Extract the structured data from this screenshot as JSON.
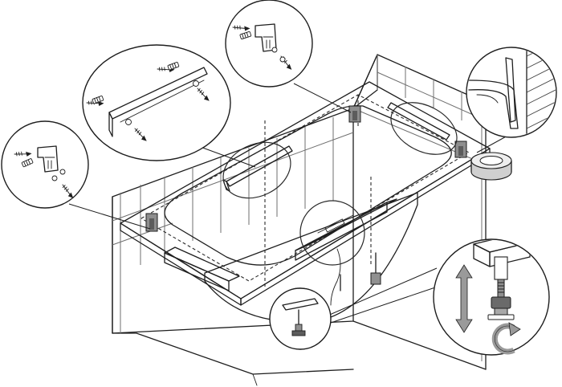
{
  "title": "",
  "colors": {
    "background": "#ffffff",
    "line": "#1e1e1e",
    "tile": "#6f6f6f",
    "tub_shell": "#ececec",
    "tub_basin": "#dcdcdc",
    "wall_bracket": "#8e8e8e",
    "wall_bracket_dark": "#5c5c5c",
    "fixing_rail": "#b8b8b8",
    "leg_metal": "#909090",
    "arrow": "#9a9a9a",
    "seal_tape": "#d0d0d0"
  },
  "callouts": [
    {
      "name": "wall-bracket-detail-left",
      "icon": "bracket-fixing-icon"
    },
    {
      "name": "fixing-rail-detail",
      "icon": "rail-fixing-icon"
    },
    {
      "name": "wall-bracket-detail-top",
      "icon": "bracket-fixing-icon"
    },
    {
      "name": "wall-seal-detail",
      "icon": "sealing-profile-icon"
    },
    {
      "name": "foot-level-detail",
      "icon": "leveling-foot-icon"
    },
    {
      "name": "support-foot-detail",
      "icon": "support-foot-icon"
    },
    {
      "name": "center-frame-detail",
      "icon": "frame-icon"
    }
  ],
  "symbols": {
    "vertical_adjust": "up-down-arrow-icon",
    "rotate_adjust": "rotate-arrow-icon",
    "seal_roll": "tape-roll-icon",
    "screw": "screw-icon",
    "dowel": "wall-plug-icon",
    "washer": "washer-icon"
  }
}
